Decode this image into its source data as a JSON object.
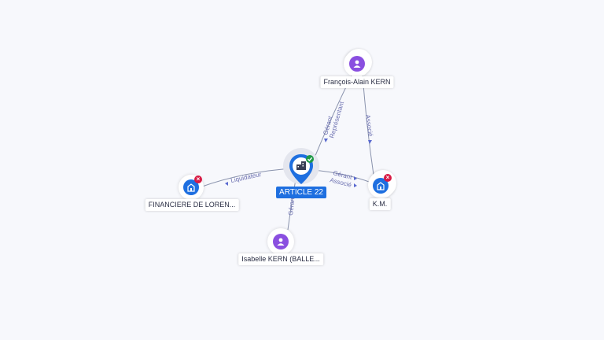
{
  "nodes": {
    "article22": {
      "label": "ARTICLE 22",
      "type": "company",
      "status": "active"
    },
    "francois": {
      "label": "François-Alain KERN",
      "type": "person"
    },
    "financiere": {
      "label": "FINANCIERE DE LOREN...",
      "type": "company",
      "status": "closed"
    },
    "km": {
      "label": "K.M.",
      "type": "company",
      "status": "closed"
    },
    "isabelle": {
      "label": "Isabelle KERN (BALLE...",
      "type": "person"
    }
  },
  "edges": {
    "francois_article": {
      "label1": "Gérant",
      "label2": "Représentant"
    },
    "francois_km": {
      "label1": "Associé"
    },
    "financiere_article": {
      "label1": "Liquidateur"
    },
    "article_km": {
      "label1": "Gérant",
      "label2": "Associé"
    },
    "isabelle_article": {
      "label1": "Gérant"
    }
  },
  "colors": {
    "person": "#8a4fe0",
    "company": "#1e6fe0",
    "closed_badge": "#d81b45",
    "active_badge": "#1e9a45",
    "edge": "#8a93ad"
  },
  "icons": {
    "person": "person-icon",
    "company": "building-icon",
    "closed": "close-icon",
    "active": "check-icon"
  }
}
